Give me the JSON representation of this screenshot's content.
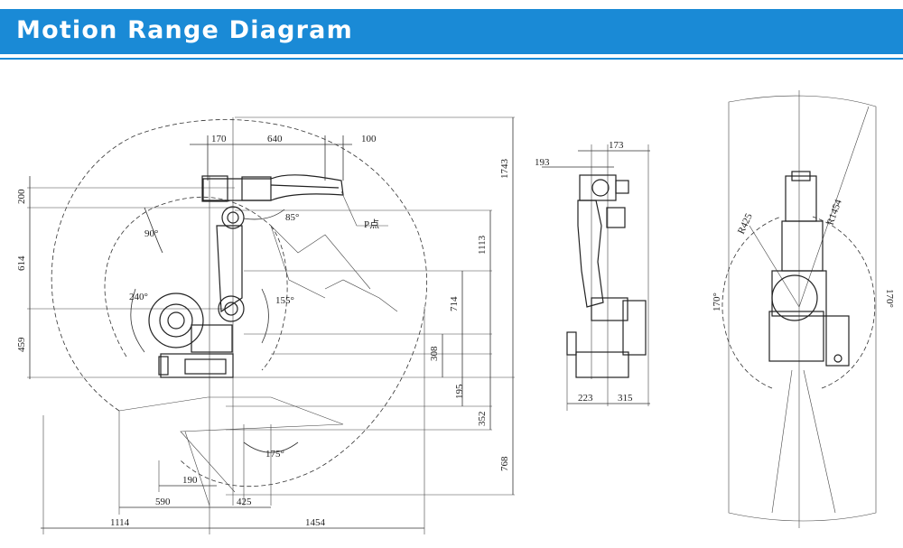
{
  "header": {
    "title": "Motion Range Diagram"
  },
  "side_view": {
    "dims": {
      "d170": "170",
      "d640": "640",
      "d100": "100",
      "d1743": "1743",
      "d200": "200",
      "d614": "614",
      "d459": "459",
      "d1113": "1113",
      "d714": "714",
      "d308": "308",
      "d195": "195",
      "d352": "352",
      "d768": "768",
      "d190": "190",
      "d590": "590",
      "d425": "425",
      "d1114": "1114",
      "d1454": "1454"
    },
    "angles": {
      "a90": "90°",
      "a85": "85°",
      "a240": "240°",
      "a155": "155°",
      "a175": "175°"
    },
    "point_label": "P点"
  },
  "front_view": {
    "dims": {
      "d173": "173",
      "d193": "193",
      "d223": "223",
      "d315": "315"
    }
  },
  "top_view": {
    "dims": {
      "r425": "R425",
      "r1454": "R1454",
      "a170_left": "170°",
      "a170_right": "170°"
    }
  }
}
